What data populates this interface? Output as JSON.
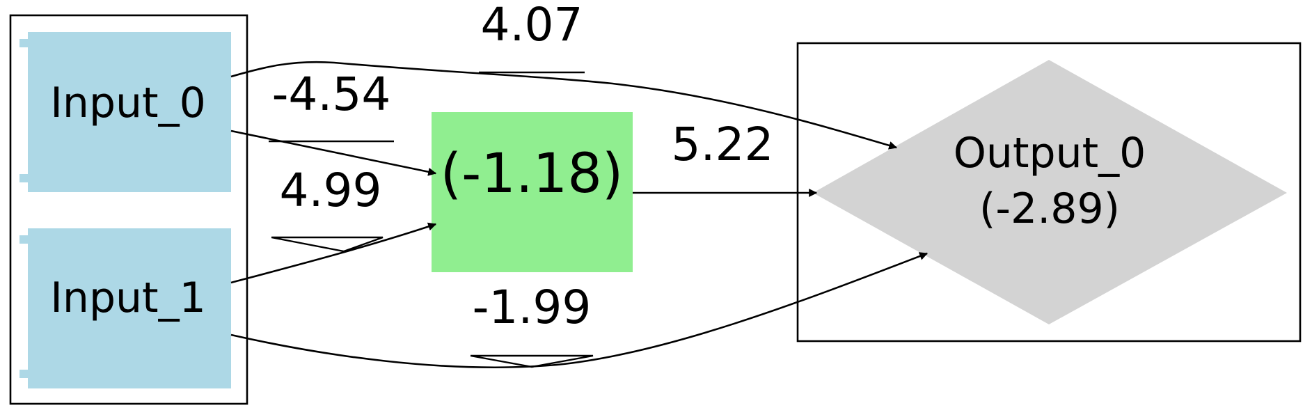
{
  "colors": {
    "input": "#add8e6",
    "hidden": "#90ee90",
    "output": "#d3d3d3",
    "stroke": "#000000",
    "background": "#ffffff"
  },
  "nodes": {
    "input_0": {
      "label": "Input_0"
    },
    "input_1": {
      "label": "Input_1"
    },
    "hidden_0": {
      "label": "(-1.18)"
    },
    "output_0": {
      "label_line1": "Output_0",
      "label_line2": "(-2.89)"
    }
  },
  "edges": {
    "input_0_to_output_0": {
      "weight": "4.07"
    },
    "input_0_to_hidden_0": {
      "weight": "-4.54"
    },
    "input_1_to_hidden_0": {
      "weight": "4.99"
    },
    "hidden_0_to_output_0": {
      "weight": "5.22"
    },
    "input_1_to_output_0": {
      "weight": "-1.99"
    }
  }
}
